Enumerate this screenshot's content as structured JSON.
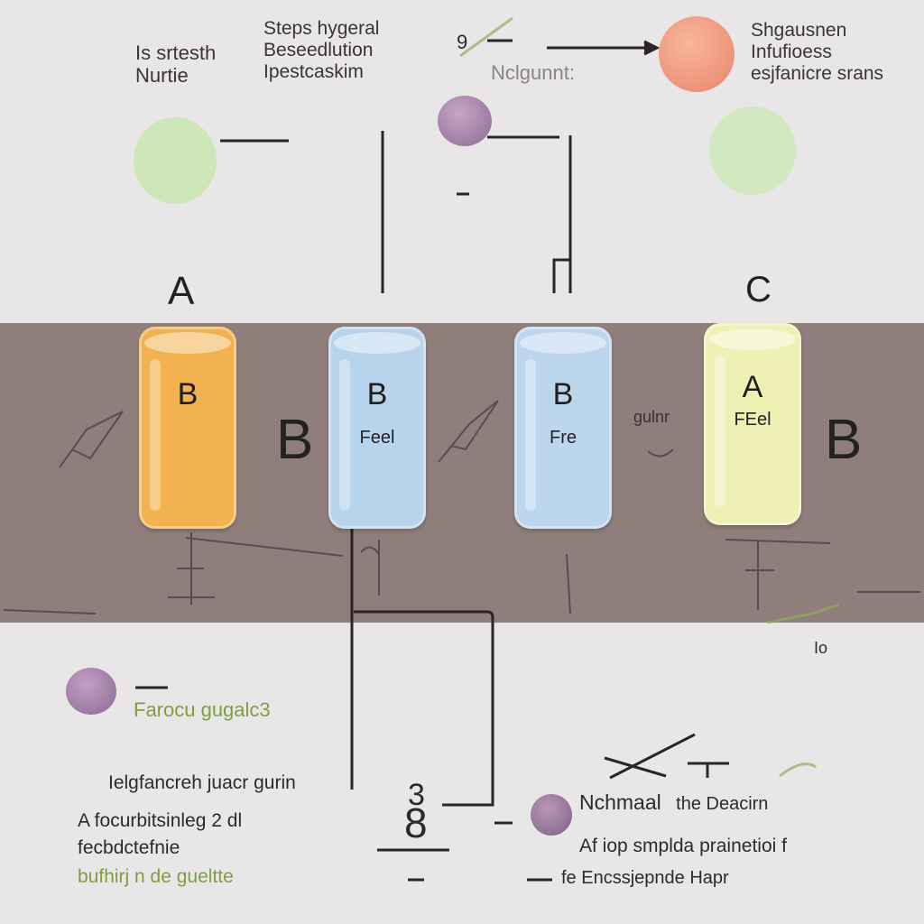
{
  "top_left": {
    "line1": "Is srtesth",
    "line2": "Nurtie"
  },
  "top_mid": {
    "line1": "Steps hygeral",
    "line2": "Beseedlution",
    "line3": "Ipestcaskim"
  },
  "top_center_label": "Nclgunnt:",
  "top_center_num": "9",
  "top_right": {
    "line1": "Shgausnen",
    "line2": "Infufioess",
    "line3": "esjfanicre srans"
  },
  "letters": {
    "a_top": "A",
    "c_top": "C",
    "b_left": "B",
    "b_right": "B"
  },
  "tubes": [
    {
      "letter": "B",
      "small": "",
      "color": "#f2b24f"
    },
    {
      "letter": "B",
      "small": "Feel",
      "color": "#b8d4ec"
    },
    {
      "letter": "B",
      "small": "Fre",
      "color": "#bcd6ee"
    },
    {
      "letter": "A",
      "small": "FEel",
      "color": "#eef0b4"
    }
  ],
  "band_mid_label": "gulnr",
  "bottom_left": {
    "label_green": "Farocu gugalc3",
    "text1": "Ielgfancreh juacr gurin",
    "text2": "A focurbitsinleg 2 dl",
    "text3": "fecbdctefnie",
    "text4": "bufhirj n de gueltte"
  },
  "bottom_center": {
    "digit_top": "3",
    "digit": "8"
  },
  "bottom_right": {
    "line1a": "Nchmaal",
    "line1b": "the Deacirn",
    "line2": "Af iop smplda prainetioi f",
    "line3": "fe Encssjepnde Hapr"
  },
  "right_side_label": "Io",
  "colors": {
    "background": "#e8e6e7",
    "band": "#8f7e7c",
    "purple_ball": "#9b76a1",
    "peach_ball": "#f0957a",
    "green_blob": "#c9e6b0",
    "green_text": "#7f9f3f"
  }
}
